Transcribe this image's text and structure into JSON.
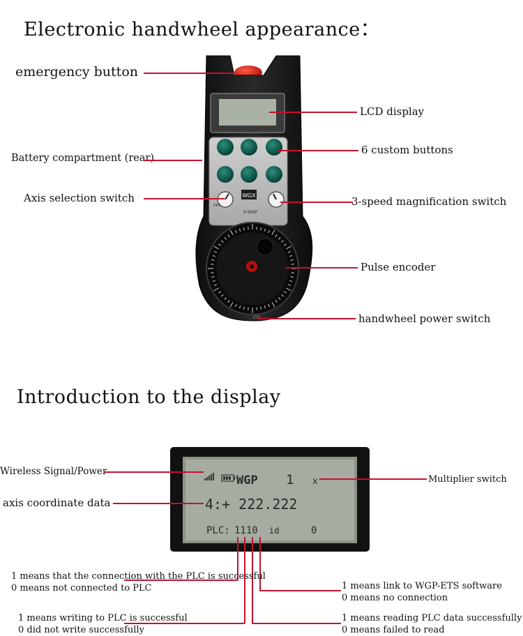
{
  "section1": {
    "title": "Electronic handwheel appearance：",
    "labels": {
      "emergency": "emergency button",
      "lcd": "LCD display",
      "battery": "Battery compartment (rear)",
      "custom": "6 custom buttons",
      "axis": "Axis selection switch",
      "speed": "3-speed magnification switch",
      "encoder": "Pulse encoder",
      "power": "handwheel power switch"
    },
    "device": {
      "brand_badge": "WGX",
      "model_text": "X-WGP",
      "off_text": "OFF"
    }
  },
  "section2": {
    "title": "Introduction to the display",
    "labels": {
      "wireless": "Wireless Signal/Power",
      "axis_data": "axis coordinate data",
      "multiplier": "Multiplier switch"
    },
    "lcd": {
      "row1_brand": "WGP",
      "row1_value": "1",
      "row1_unit": "x",
      "row2": "4:+ 222.222",
      "row3_prefix": "PLC:",
      "row3_bits": "1110",
      "row3_id": "id",
      "row3_zero": "0"
    },
    "notes": {
      "plc_conn_1": "1 means that the connection with the PLC is successful",
      "plc_conn_0": "0 means not connected to PLC",
      "write_1": "1 means writing to PLC is successful",
      "write_0": "0 did not write successfully",
      "ets_1": "1 means link to WGP-ETS software",
      "ets_0": "0 means no connection",
      "read_1": "1 means reading PLC data successfully",
      "read_0": "0 means failed to read"
    }
  },
  "colors": {
    "leader": "#c8102e",
    "button": "#0f5a4d",
    "body": "#1b1b1b",
    "lcd": "#a9b2a5"
  }
}
